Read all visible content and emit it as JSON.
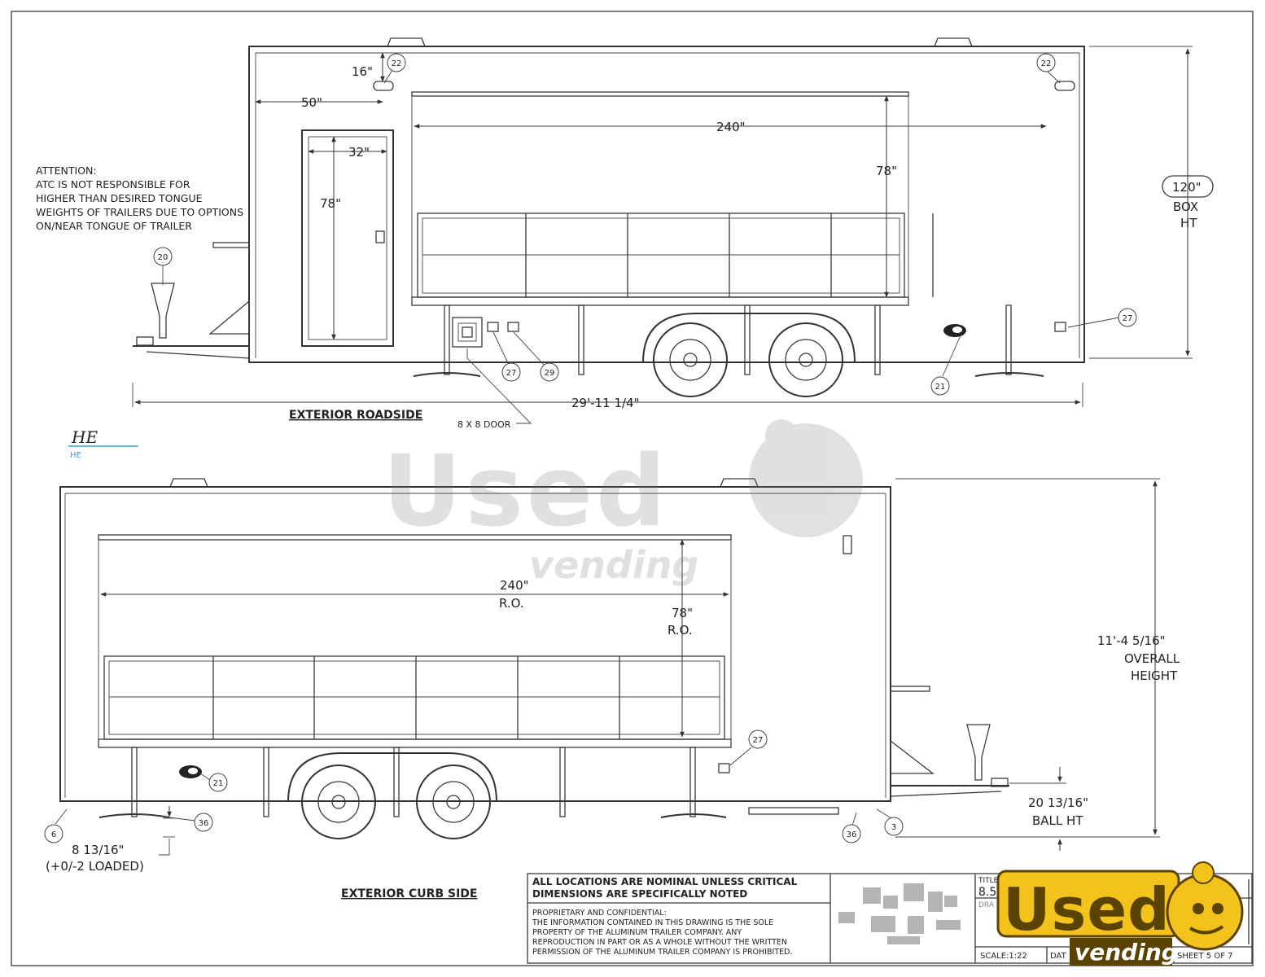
{
  "views": {
    "roadside": {
      "title": "EXTERIOR ROADSIDE",
      "dims": {
        "d16": "16\"",
        "d50": "50\"",
        "d32": "32\"",
        "door_h": "78\"",
        "d240": "240\"",
        "win_h": "78\"",
        "box_ht_val": "120\"",
        "box_ht_1": "BOX",
        "box_ht_2": "HT",
        "overall_len": "29'-11 1/4\"",
        "door_8x8": "8 X 8 DOOR"
      },
      "callouts": [
        "22",
        "22",
        "20",
        "27",
        "29",
        "27",
        "21"
      ]
    },
    "curbside": {
      "title": "EXTERIOR CURB SIDE",
      "dims": {
        "d240": "240\"",
        "ro1": "R.O.",
        "win_h": "78\"",
        "ro2": "R.O.",
        "overall_1": "11'-4 5/16\"",
        "overall_2": "OVERALL",
        "overall_3": "HEIGHT",
        "ball_1": "20 13/16\"",
        "ball_2": "BALL HT",
        "ground_1": "8 13/16\"",
        "ground_2": "(+0/-2 LOADED)"
      },
      "callouts": [
        "27",
        "21",
        "6",
        "36",
        "36",
        "3"
      ]
    }
  },
  "attention_note": [
    "ATTENTION:",
    "ATC IS NOT RESPONSIBLE FOR",
    "HIGHER THAN DESIRED TONGUE",
    "WEIGHTS OF TRAILERS DUE TO OPTIONS",
    "ON/NEAR TONGUE OF TRAILER"
  ],
  "signature": {
    "mark": "HE",
    "label": "HE"
  },
  "title_block": {
    "nominal_1": "ALL LOCATIONS ARE NOMINAL UNLESS CRITICAL",
    "nominal_2": "DIMENSIONS ARE SPECIFICALLY NOTED",
    "proprietary": [
      "PROPRIETARY AND CONFIDENTIAL:",
      "THE INFORMATION CONTAINED IN THIS DRAWING IS THE SOLE",
      "PROPERTY OF THE ALUMINUM TRAILER COMPANY.  ANY",
      "REPRODUCTION IN PART OR AS A WHOLE WITHOUT THE WRITTEN",
      "PERMISSION OF THE ALUMINUM TRAILER COMPANY IS PROHIBITED."
    ],
    "title_label": "TITLE",
    "title_value": "8.5",
    "drawn_label": "DRA",
    "scale": "SCALE:1:22",
    "date_label": "DAT",
    "sheet": "SHEET 5 OF 7"
  },
  "watermarks": {
    "center_word": "Used",
    "center_sub": "vending",
    "logo_word": "Used",
    "logo_sub": "vending"
  }
}
